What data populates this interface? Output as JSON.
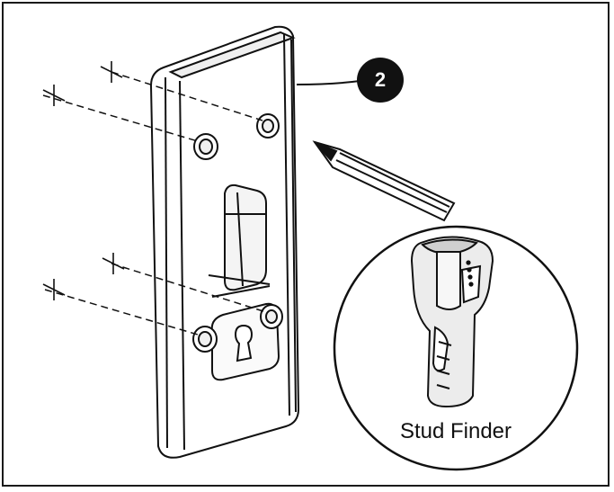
{
  "step": {
    "number": "2"
  },
  "inset": {
    "label": "Stud Finder"
  },
  "icons": [
    "wall-plate",
    "screw-crosshair",
    "pencil",
    "stud-finder"
  ],
  "colors": {
    "ink": "#111111",
    "background": "#ffffff",
    "plate_shade": "#e9e9e9"
  }
}
